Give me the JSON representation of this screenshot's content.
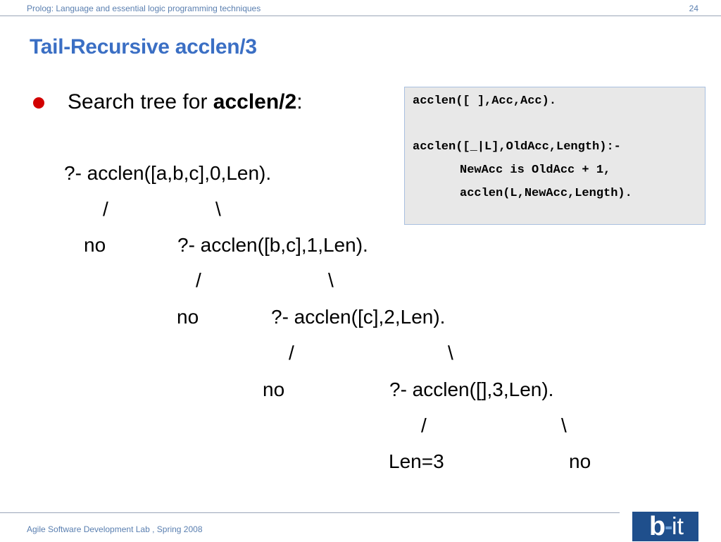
{
  "header": {
    "title": "Prolog: Language and essential logic programming techniques",
    "page_number": "24"
  },
  "slide": {
    "title": "Tail-Recursive acclen/3",
    "bullet": {
      "prefix": "Search tree for ",
      "bold": "acclen/2",
      "suffix": ":"
    }
  },
  "tree": {
    "q0": "?- acclen([a,b,c],0,Len).",
    "q1": "?- acclen([b,c],1,Len).",
    "q2": "?- acclen([c],2,Len).",
    "q3": "?- acclen([],3,Len).",
    "slash": "/",
    "backslash": "\\",
    "no": "no",
    "answer": "Len=3"
  },
  "code": {
    "lines": [
      "acclen([ ],Acc,Acc).",
      "acclen([_|L],OldAcc,Length):-",
      "NewAcc is OldAcc + 1,",
      "acclen(L,NewAcc,Length)."
    ]
  },
  "footer": {
    "text": "Agile Software Development Lab , Spring 2008",
    "logo_b": "b",
    "logo_sep": "-",
    "logo_it": "it"
  },
  "colors": {
    "title": "#3b6fc4",
    "bullet": "#d20000",
    "logo_bg": "#1f4f8c",
    "code_bg": "#e8e8e8"
  }
}
